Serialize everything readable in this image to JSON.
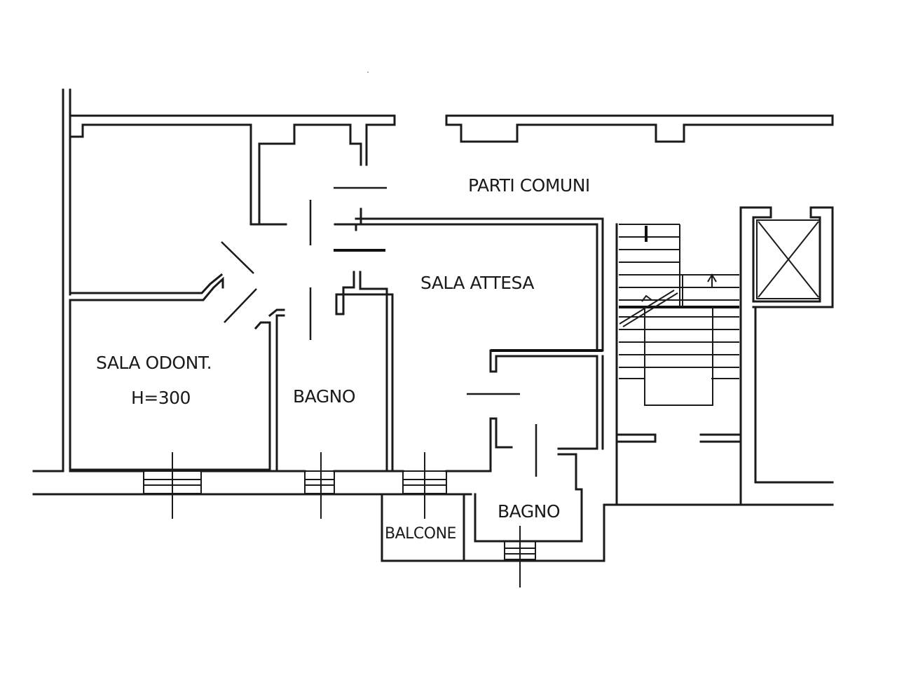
{
  "labels": {
    "parti_comuni": "PARTI COMUNI",
    "sala_attesa": "SALA ATTESA",
    "sala_odont": "SALA ODONT.",
    "height_note": "H=300",
    "bagno_1": "BAGNO",
    "bagno_2": "BAGNO",
    "balcone": "BALCONE"
  },
  "colors": {
    "line": "#1a1a1a",
    "background": "#ffffff"
  }
}
